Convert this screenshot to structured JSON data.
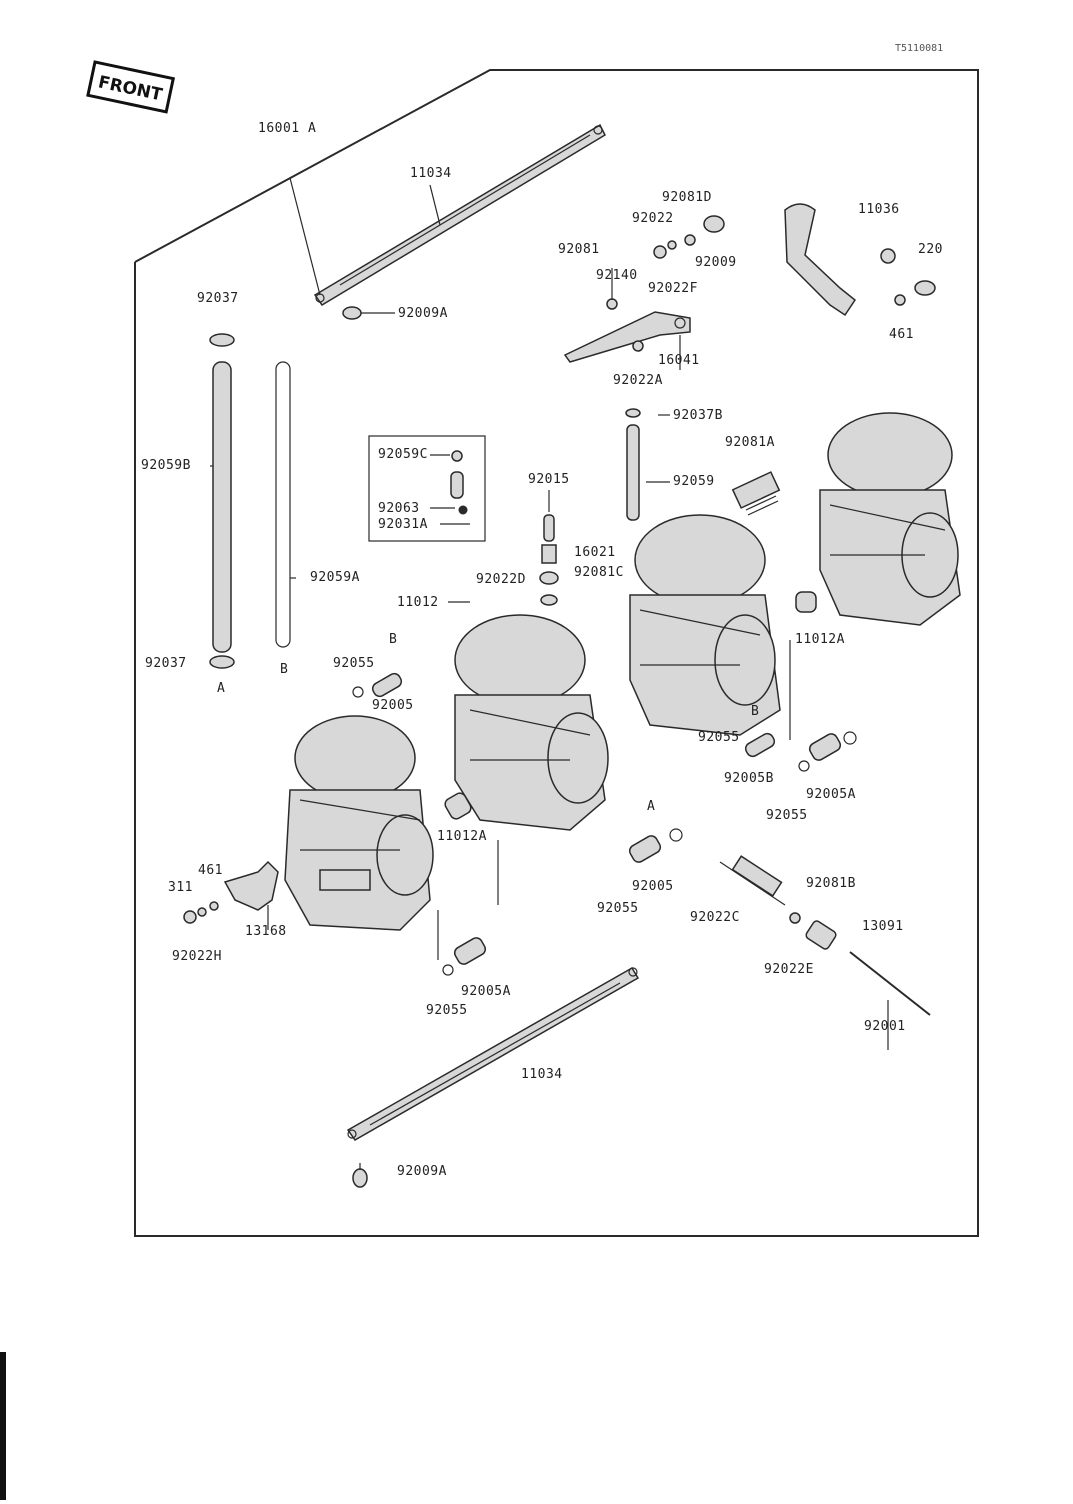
{
  "doc_id": "T5110081",
  "front_label": "FRONT",
  "labels": {
    "l_160017a": "16001 A",
    "l_11034_top": "11034",
    "l_92081d": "92081D",
    "l_92022": "92022",
    "l_92009": "92009",
    "l_11036": "11036",
    "l_220": "220",
    "l_92081": "92081",
    "l_92140": "92140",
    "l_92022f": "92022F",
    "l_461_top": "461",
    "l_16041": "16041",
    "l_92022a": "92022A",
    "l_92037_top": "92037",
    "l_92009a_top": "92009A",
    "l_92037b": "92037B",
    "l_92081a": "92081A",
    "l_92059b": "92059B",
    "l_92059c": "92059C",
    "l_92063": "92063",
    "l_92031a": "92031A",
    "l_92015": "92015",
    "l_92059": "92059",
    "l_16021": "16021",
    "l_92081c": "92081C",
    "l_92022d": "92022D",
    "l_92059a": "92059A",
    "l_11012": "11012",
    "l_11012a_r": "11012A",
    "l_b1": "B",
    "l_92037_bot": "92037",
    "l_a1": "A",
    "l_b2": "B",
    "l_92055_a": "92055",
    "l_92005_a": "92005",
    "l_b3": "B",
    "l_92055_b": "92055",
    "l_92005b": "92005B",
    "l_92055_c": "92055",
    "l_92005a_r": "92005A",
    "l_11012a_m": "11012A",
    "l_a2": "A",
    "l_92005_m": "92005",
    "l_92055_m": "92055",
    "l_461_bot": "461",
    "l_311": "311",
    "l_13168": "13168",
    "l_92022h": "92022H",
    "l_92081b": "92081B",
    "l_92022c": "92022C",
    "l_13091": "13091",
    "l_92022e": "92022E",
    "l_92001": "92001",
    "l_92005a_b": "92005A",
    "l_92055_bb": "92055",
    "l_11034_bot": "11034",
    "l_92009a_bot": "92009A"
  }
}
